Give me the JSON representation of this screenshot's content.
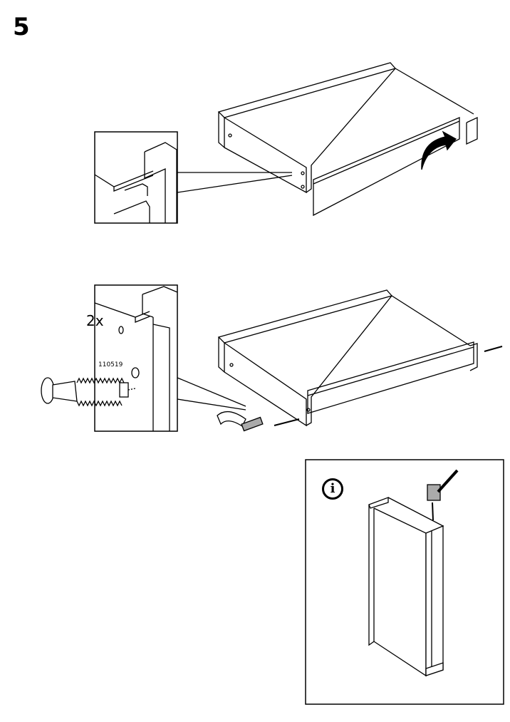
{
  "step": {
    "number": "5"
  },
  "detail_2": {
    "quantity": "2x",
    "part_number": "110519"
  },
  "info_panel": {
    "icon": "info-icon"
  }
}
